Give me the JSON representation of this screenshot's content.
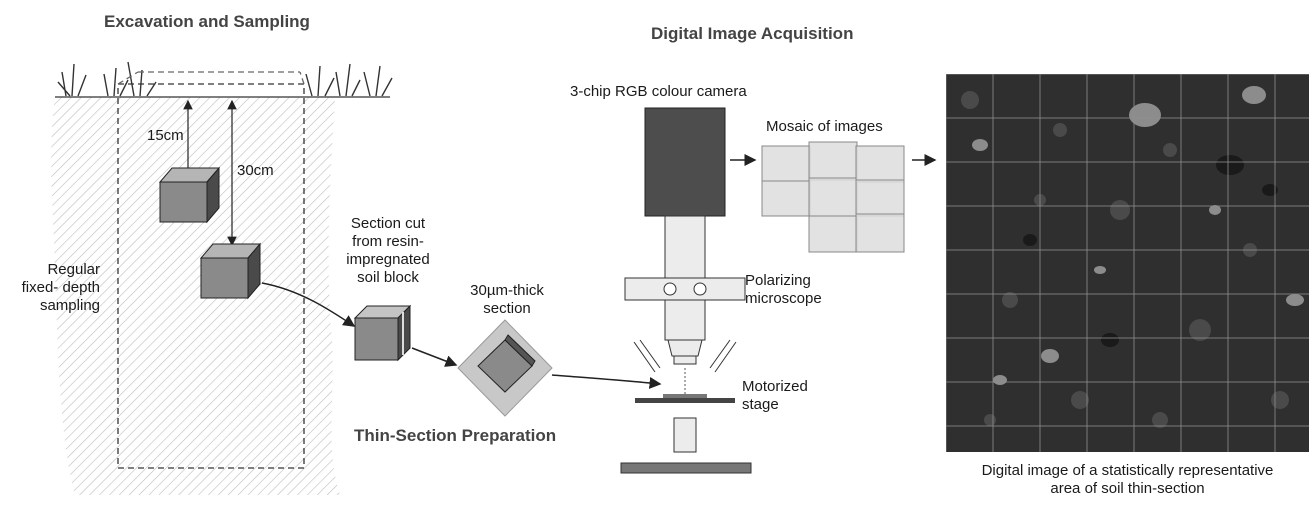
{
  "headings": {
    "excavation": "Excavation and Sampling",
    "acquisition": "Digital Image Acquisition",
    "thin_section": "Thin-Section Preparation"
  },
  "labels": {
    "depth_15": "15cm",
    "depth_30": "30cm",
    "sampling": [
      "Regular",
      "fixed- depth",
      "sampling"
    ],
    "section_cut": [
      "Section cut",
      "from resin-",
      "impregnated",
      "soil block"
    ],
    "thick_section": [
      "30µm-thick",
      "section"
    ],
    "camera": "3-chip RGB colour camera",
    "mosaic": "Mosaic of images",
    "microscope": [
      "Polarizing",
      "microscope"
    ],
    "stage": [
      "Motorized",
      "stage"
    ],
    "digital_image": [
      "Digital image of a statistically representative",
      "area of soil thin-section"
    ]
  },
  "colors": {
    "block_front": "#8a8a8a",
    "block_top": "#b5b5b5",
    "block_side": "#4a4a4a",
    "camera": "#4d4d4d",
    "tile": "#dcdcdc",
    "soil_image": "#2f2f2f",
    "hatch": "#b8b8b8"
  }
}
